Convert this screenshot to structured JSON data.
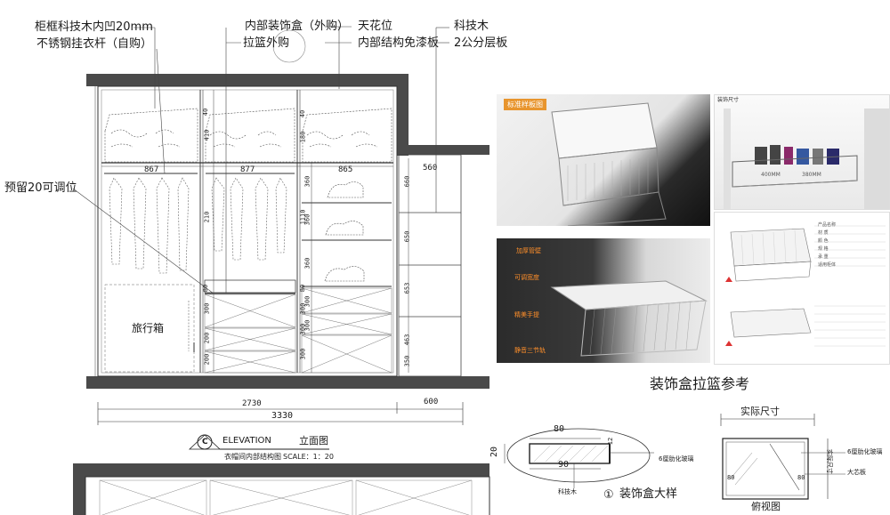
{
  "top_labels": {
    "cabinet_recess": "柜框科技木内凹20mm",
    "rod": "不锈钢挂衣杆（自购）",
    "deco_box": "内部装饰盒（外购）",
    "basket": "拉篮外购",
    "ceiling": "天花位",
    "inner_panel": "内部结构免漆板",
    "tech_wood": "科技木",
    "shelf": "2公分层板",
    "adjust": "预留20可调位"
  },
  "elevation": {
    "widths": [
      "867",
      "877",
      "865",
      "560"
    ],
    "luggage": "旅行箱",
    "dim_2730": "2730",
    "dim_600": "600",
    "dim_3330": "3330",
    "marker": "C",
    "title_en": "ELEVATION",
    "title_cn": "立面图",
    "subtitle": "衣帽间内部结构图",
    "scale": "SCALE：1：20",
    "left_dims": [
      "40",
      "410",
      "210",
      "80",
      "300",
      "200",
      "200"
    ],
    "right_dims": [
      "40",
      "180",
      "1110",
      "80",
      "300",
      "300",
      "300"
    ],
    "mid_dims": [
      "360",
      "360",
      "360",
      "300",
      "300"
    ],
    "side_dims": [
      "660",
      "650",
      "653",
      "463",
      "350"
    ]
  },
  "photos": {
    "tag1": "标准样板图",
    "callouts": [
      "加厚管壁",
      "可调宽度",
      "精美手提",
      "静音三节轨"
    ],
    "spec_header": "产品名称",
    "spec_rows": [
      "材 质",
      "颜 色",
      "规 格",
      "承 重",
      "适用柜体"
    ],
    "ref_caption": "装饰盒拉篮参考",
    "size_tag": "装饰尺寸",
    "wh1": "400MM",
    "wh2": "380MM"
  },
  "detail": {
    "dim_80": "80",
    "dim_20": "20",
    "dim_12": "12",
    "dim_90": "90",
    "note_right": "6厘肋化玻璃",
    "note_bottom": "科技木",
    "circle_num": "①",
    "title": "装饰盒大样"
  },
  "plan": {
    "actual_size": "实际尺寸",
    "glass": "6厘肋化玻璃",
    "bigwood": "大芯板",
    "vert_label": "实际尺寸",
    "dim_80": "80",
    "dim_80b": "80",
    "title": "俯视图"
  }
}
